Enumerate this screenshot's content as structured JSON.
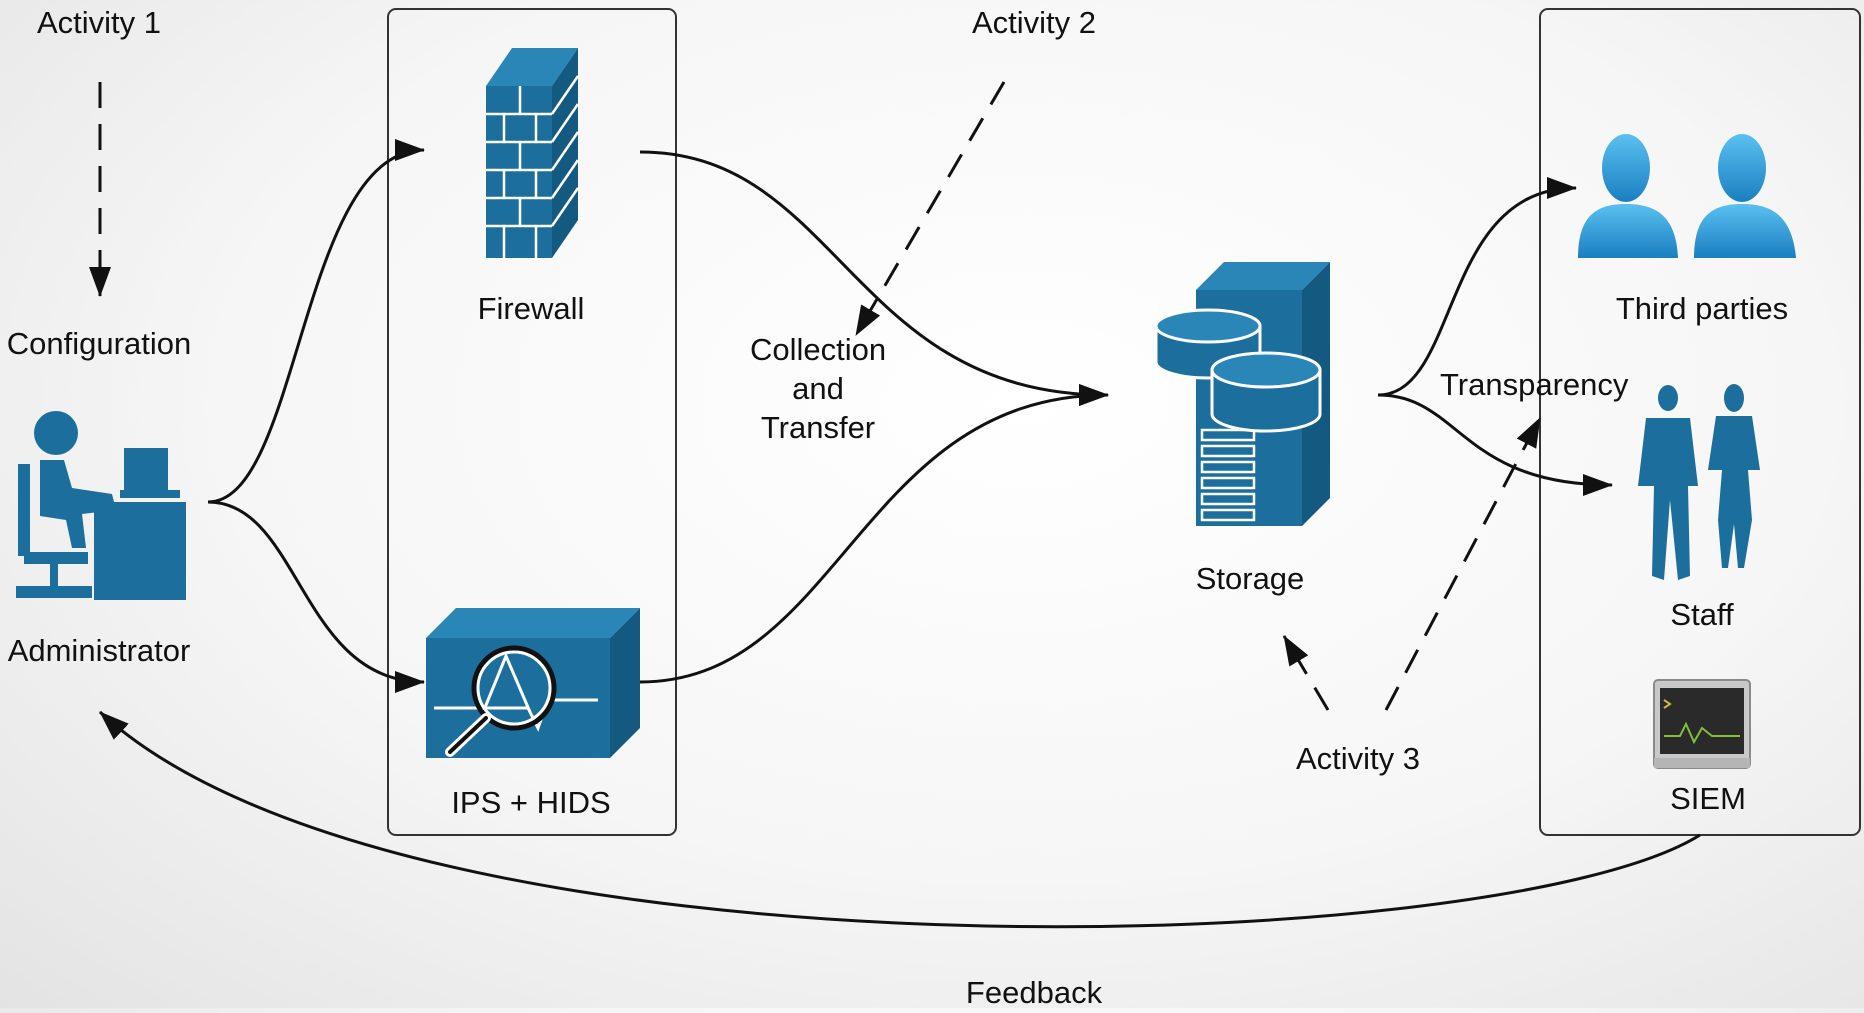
{
  "colors": {
    "icon_blue": "#1c6f9c",
    "person_blue": "#2f9ad8",
    "line": "#111111",
    "box_border": "#333333"
  },
  "labels": {
    "activity_1": "Activity 1",
    "configuration": "Configuration",
    "administrator": "Administrator",
    "firewall": "Firewall",
    "ips_hids": "IPS + HIDS",
    "activity_2": "Activity 2",
    "collection_lines": [
      "Collection",
      "and",
      "Transfer"
    ],
    "storage": "Storage",
    "transparency": "Transparency",
    "third_parties": "Third parties",
    "staff": "Staff",
    "siem": "SIEM",
    "activity_3": "Activity 3",
    "feedback": "Feedback"
  },
  "icons": [
    "administrator-icon",
    "firewall-icon",
    "ips-hids-icon",
    "storage-server-icon",
    "third-parties-icon",
    "staff-icon",
    "siem-monitor-icon"
  ]
}
